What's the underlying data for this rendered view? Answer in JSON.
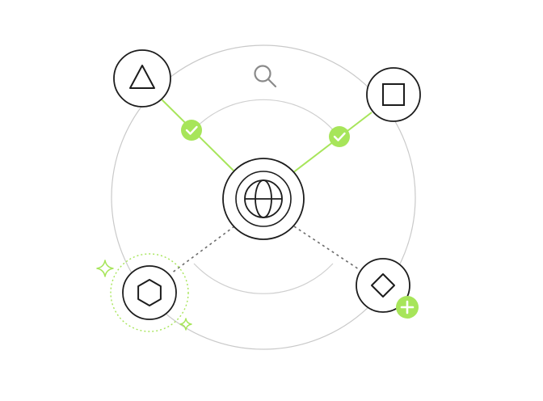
{
  "colors": {
    "accent": "#a7e55a",
    "stroke": "#1c1c1c",
    "ring": "#c9c9c9",
    "dotted_link": "#6b6b6b",
    "background": "#ffffff"
  },
  "diagram": {
    "center_node": {
      "icon": "globe-icon"
    },
    "nodes": [
      {
        "id": "triangle",
        "icon": "triangle-icon",
        "connected": true,
        "link_badge": "check-icon"
      },
      {
        "id": "square",
        "icon": "square-icon",
        "connected": true,
        "link_badge": "check-icon"
      },
      {
        "id": "hexagon",
        "icon": "hexagon-icon",
        "connected": false,
        "highlight": "sparkle"
      },
      {
        "id": "diamond",
        "icon": "diamond-icon",
        "connected": false,
        "action_badge": "plus-icon"
      }
    ],
    "search": {
      "icon": "search-icon"
    }
  }
}
